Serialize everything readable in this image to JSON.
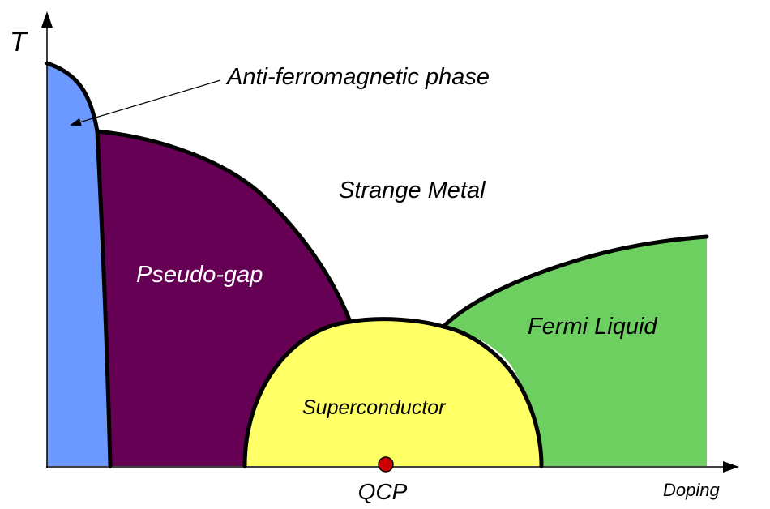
{
  "diagram": {
    "axes": {
      "y_label": "T",
      "x_label": "Doping",
      "point_label": "QCP"
    },
    "regions": {
      "antiferromagnetic": {
        "label": "Anti-ferromagnetic phase",
        "color": "#6b99ff"
      },
      "pseudogap": {
        "label": "Pseudo-gap",
        "color": "#660055"
      },
      "strange_metal": {
        "label": "Strange Metal",
        "color": "#ffffff"
      },
      "superconductor": {
        "label": "Superconductor",
        "color": "#ffff66"
      },
      "fermi_liquid": {
        "label": "Fermi Liquid",
        "color": "#6ccf5f"
      }
    },
    "qcp_marker_color": "#cc0000"
  }
}
